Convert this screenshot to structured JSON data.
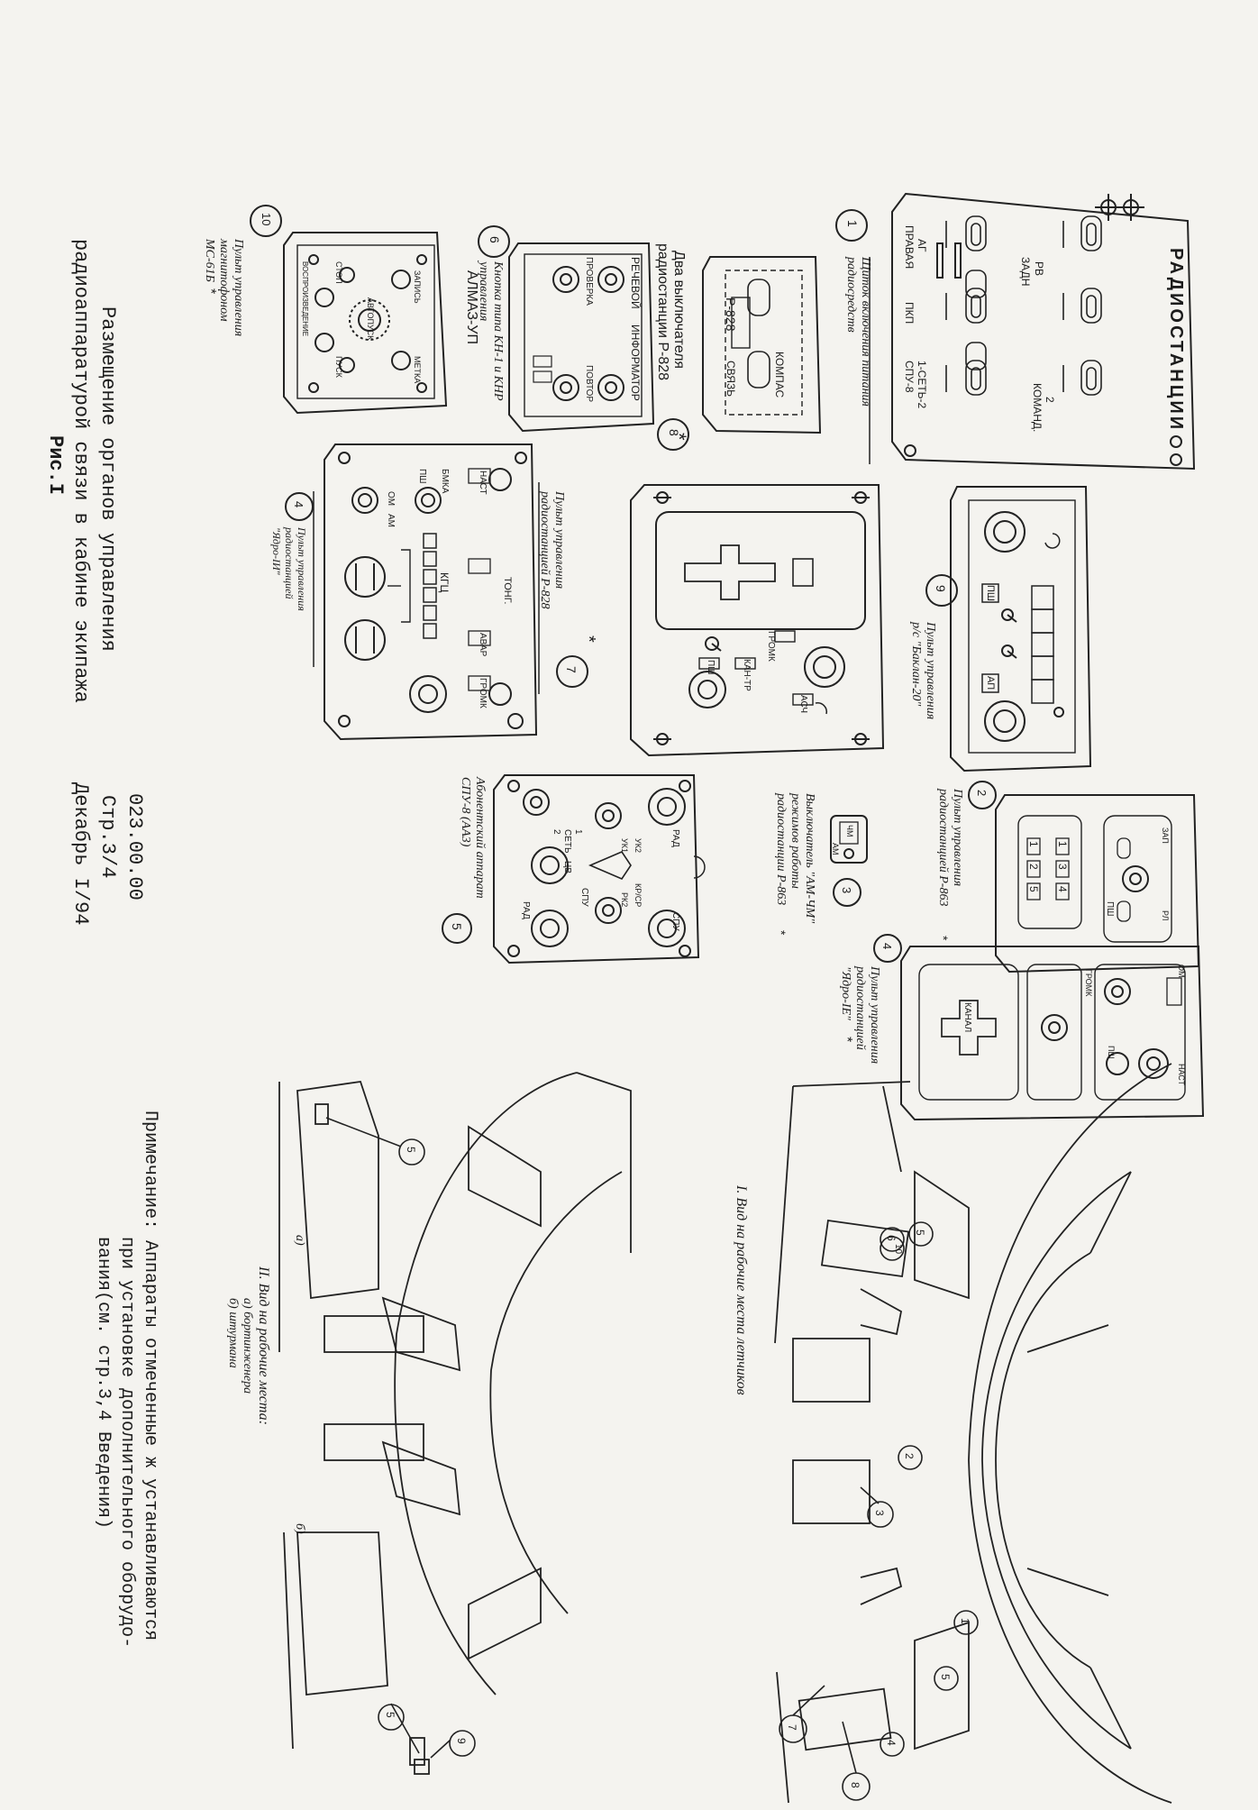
{
  "document": {
    "title_line1": "Размещение органов управления",
    "title_line2": "радиоаппаратурой связи в кабине экипажа",
    "figure_label": "Рис.I",
    "doc_number": "023.00.00",
    "page": "Стр.3/4",
    "date": "Декабрь I/94",
    "note_line1": "Примечание: Аппараты отмеченные ж устанавливаются",
    "note_line2": "при установке дополнительного оборудо-",
    "note_line3": "вания(см. стр.3,4 Введения)"
  },
  "panels": {
    "p1": {
      "num": "1",
      "caption1": "Щиток включения питания",
      "caption2": "радиосредств",
      "heading": "РАДИОСТАНЦИИ",
      "row1": [
        "РВ",
        "2",
        "ЗАДН",
        "КОМАНД."
      ],
      "row2": [
        "АГ",
        "ПРАВАЯ",
        "ПКП",
        "1-СЕТЬ-2",
        "СПУ-8"
      ]
    },
    "p2": {
      "num": "2",
      "caption1": "Пульт управления",
      "caption2": "радиостанцией Р-863",
      "star": "*",
      "digits_a": [
        "1",
        "2",
        "5"
      ],
      "digits_b": [
        "1",
        "3",
        "4"
      ],
      "labels": [
        "ПШ",
        "ЗАП",
        "РЛ"
      ]
    },
    "p3": {
      "num": "3",
      "caption1": "Выключатель \"АМ-ЧМ\"",
      "caption2": "режимов работы",
      "caption3": "радиостанции Р-863",
      "star": "*",
      "labels": [
        "ЧМ",
        "АМ"
      ]
    },
    "p4a": {
      "num": "4",
      "caption1": "Пульт управления",
      "caption2": "радиостанцией",
      "caption3": "\"Ядро-IИ\"",
      "labels": [
        "НАСТ",
        "ТОНГ.",
        "АВАР",
        "ГРОМК",
        "БМКА",
        "ПШ",
        "ОМ",
        "АМ",
        "КГЦ"
      ]
    },
    "p4b": {
      "num": "4",
      "caption1": "Пульт управления",
      "caption2": "радиостанцией",
      "caption3": "\"Ядро-IЕ\"",
      "star": "*",
      "labels": [
        "ОМ",
        "НАСТ",
        "КАНАЛ",
        "ПШ",
        "ГРОМК"
      ]
    },
    "p5": {
      "num": "5",
      "caption1": "Абонентский аппарат",
      "caption2": "СПУ-8 (АА3)",
      "labels": [
        "РАД",
        "СПУ",
        "УК2",
        "УК1",
        "КР/СР",
        "РК2",
        "1",
        "СЕТЬ",
        "2",
        "ЦВ",
        "РАД",
        "СПУ"
      ]
    },
    "p6": {
      "num": "6",
      "caption1": "Кнопка типа КН-1 и КНР",
      "caption2": "управления",
      "caption3": "АЛМАЗ-УП",
      "labels": [
        "РЕЧЕВОЙ",
        "ИНФОРМАТОР",
        "ПРОВЕРКА",
        "ПОВТОР"
      ]
    },
    "p7": {
      "num": "7",
      "caption1": "Пульт управления",
      "caption2": "радиостанцией Р-828",
      "star": "*",
      "labels": [
        "ГРОМК",
        "ПШ",
        "КАН-ТР",
        "АСЧ"
      ]
    },
    "p8": {
      "num": "8",
      "caption1": "Два выключателя",
      "caption2": "радиостанции Р-828",
      "star": "*",
      "labels": [
        "КОМПАС",
        "Р-828",
        "СВЯЗЬ"
      ]
    },
    "p9": {
      "num": "9",
      "caption1": "Пульт управления",
      "caption2": "р/с \"Баклан-20\"",
      "labels": [
        "ПШ",
        "АП"
      ]
    },
    "p10": {
      "num": "10",
      "caption1": "Пульт управления",
      "caption2": "магнитофоном",
      "caption3": "МС-61Б",
      "star": "*",
      "labels": [
        "ЗАПИСЬ",
        "МЕТКА",
        "ВОСПРОИЗВЕДЕНИЕ",
        "СТОП",
        "ПУСК",
        "АВТОПУСК"
      ]
    }
  },
  "views": {
    "view1": {
      "caption": "I. Вид на рабочие места летчиков",
      "markers": [
        "1",
        "2",
        "3",
        "4",
        "5",
        "5",
        "6",
        "7",
        "8",
        "10"
      ]
    },
    "view2": {
      "caption1": "II. Вид на рабочие места:",
      "caption2": "а) бортинженера",
      "caption3": "б) штурмана",
      "letter_a": "а)",
      "letter_b": "б)",
      "markers": [
        "5",
        "5",
        "9"
      ]
    }
  }
}
